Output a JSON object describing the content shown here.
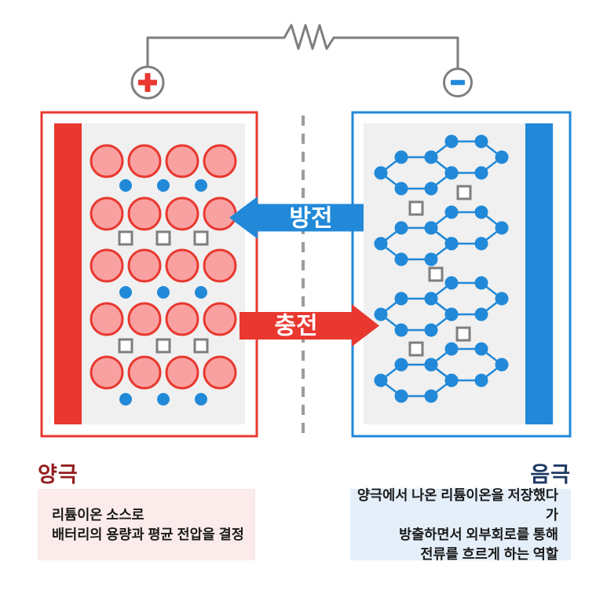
{
  "colors": {
    "red": "#E8382F",
    "pink_fill": "#F9A1A1",
    "blue": "#2189D8",
    "panel_gray": "#F0F0F0",
    "wire_gray": "#7E7E7E",
    "square_gray": "#7E7E7E",
    "dash_gray": "#9C9C9C",
    "title_red": "#941E1E",
    "title_navy": "#1E3A64",
    "cathode_note_bg": "#FCEBEB",
    "anode_note_bg": "#E4EFF9",
    "text": "#1A1A1A",
    "arrow_text": "#FFFFFF"
  },
  "circuit": {
    "positive_terminal_symbol": "+",
    "negative_terminal_symbol": "−",
    "component": "resistor"
  },
  "arrows": {
    "discharge": {
      "label": "방전",
      "direction": "left",
      "color": "#2189D8"
    },
    "charge": {
      "label": "충전",
      "direction": "right",
      "color": "#E8382F"
    }
  },
  "cathode": {
    "title": "양극",
    "description_lines": [
      "리튬이온 소스로",
      "배터리의 용량과 평균 전압을 결정"
    ]
  },
  "anode": {
    "title": "음극",
    "description_lines": [
      "양극에서 나온 리튬이온을 저장했다가",
      "방출하면서 외부회로를 통해",
      "전류를 흐르게 하는 역할"
    ]
  }
}
